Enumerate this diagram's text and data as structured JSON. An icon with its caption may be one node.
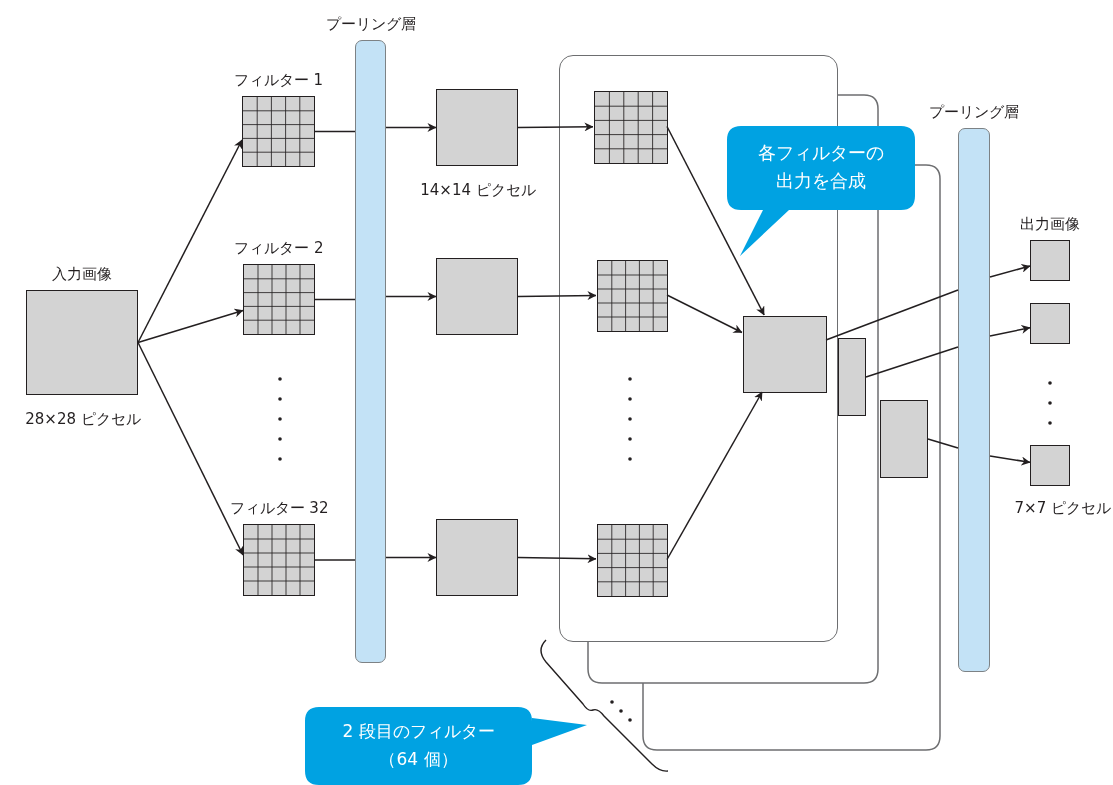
{
  "diagram": {
    "nodes": [
      {
        "text": [
          "入力画像"
        ],
        "beside": [
          "28×28 ピクセル"
        ]
      },
      {
        "text": [
          "フィルター 1"
        ]
      },
      {
        "text": [
          "フィルター 2"
        ]
      },
      {
        "text": [
          "フィルター 32"
        ]
      },
      {
        "text": [
          "プーリング層"
        ]
      },
      {
        "text": [],
        "shape": "box",
        "beside": [
          "14×14 ピクセル"
        ]
      },
      {
        "text": [],
        "shape": "box"
      },
      {
        "text": [],
        "shape": "box"
      },
      {
        "text": [],
        "shape": "card"
      },
      {
        "text": [],
        "shape": "grid",
        "in": 8
      },
      {
        "text": [],
        "shape": "grid",
        "in": 8
      },
      {
        "text": [],
        "shape": "grid",
        "in": 8
      },
      {
        "text": [],
        "shape": "box",
        "in": 8
      },
      {
        "text": [],
        "shape": "box"
      },
      {
        "text": [],
        "shape": "box"
      },
      {
        "text": [
          "プーリング層"
        ]
      },
      {
        "text": [
          "出力画像"
        ]
      },
      {
        "text": [],
        "shape": "box"
      },
      {
        "text": [],
        "shape": "box",
        "beside": [
          "7×7 ピクセル"
        ]
      },
      {
        "text": [
          "各フィルターの出力を合成"
        ]
      },
      {
        "text": [
          "2 段目のフィルター（64 個）"
        ]
      }
    ],
    "edges": [
      {
        "from": 0,
        "to": 1,
        "arrow": "to"
      },
      {
        "from": 0,
        "to": 2,
        "arrow": "to"
      },
      {
        "from": 0,
        "to": 3,
        "arrow": "to"
      },
      {
        "from": 1,
        "to": 4,
        "arrow": "none"
      },
      {
        "from": 2,
        "to": 4,
        "arrow": "none"
      },
      {
        "from": 3,
        "to": 4,
        "arrow": "none"
      },
      {
        "from": 4,
        "to": 5,
        "arrow": "to"
      },
      {
        "from": 4,
        "to": 6,
        "arrow": "to"
      },
      {
        "from": 4,
        "to": 7,
        "arrow": "to"
      },
      {
        "from": 5,
        "to": 9,
        "arrow": "to"
      },
      {
        "from": 6,
        "to": 10,
        "arrow": "to"
      },
      {
        "from": 7,
        "to": 11,
        "arrow": "to"
      },
      {
        "from": 9,
        "to": 12,
        "arrow": "to"
      },
      {
        "from": 10,
        "to": 12,
        "arrow": "to"
      },
      {
        "from": 11,
        "to": 12,
        "arrow": "to"
      },
      {
        "from": 12,
        "to": 15,
        "arrow": "none"
      },
      {
        "from": 13,
        "to": 15,
        "arrow": "none"
      },
      {
        "from": 14,
        "to": 15,
        "arrow": "none"
      },
      {
        "from": 15,
        "to": 16,
        "arrow": "to"
      },
      {
        "from": 15,
        "to": 17,
        "arrow": "to"
      },
      {
        "from": 15,
        "to": 18,
        "arrow": "to"
      }
    ]
  }
}
